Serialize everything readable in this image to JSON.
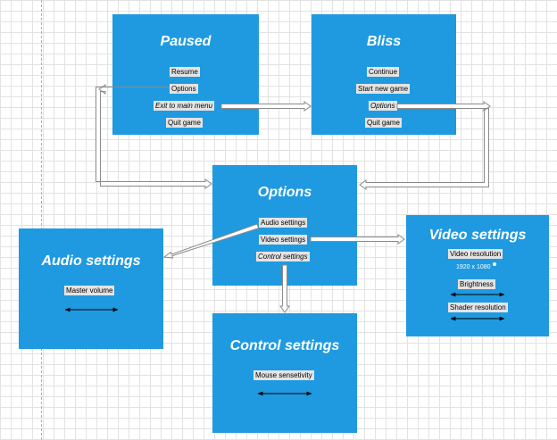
{
  "paused": {
    "title": "Paused",
    "items": [
      "Resume",
      "Options",
      "Exit to main menu",
      "Quit game"
    ]
  },
  "bliss": {
    "title": "Bliss",
    "items": [
      "Continue",
      "Start new game",
      "Options",
      "Quit game"
    ]
  },
  "options": {
    "title": "Options",
    "items": [
      "Audio settings",
      "Video settings",
      "Control settings"
    ]
  },
  "audio": {
    "title": "Audio settings",
    "master_volume_label": "Master volume"
  },
  "video": {
    "title": "Video settings",
    "resolution_label": "Video resolution",
    "resolution_value": "1920 x 1080",
    "brightness_label": "Brightness",
    "shader_label": "Shader resolution"
  },
  "control": {
    "title": "Control settings",
    "mouse_label": "Mouse sensetivity"
  },
  "colors": {
    "box_blue": "#1f9ae0",
    "button_gray": "#e4e4e4",
    "arrow_outline": "#8a8a8a"
  }
}
